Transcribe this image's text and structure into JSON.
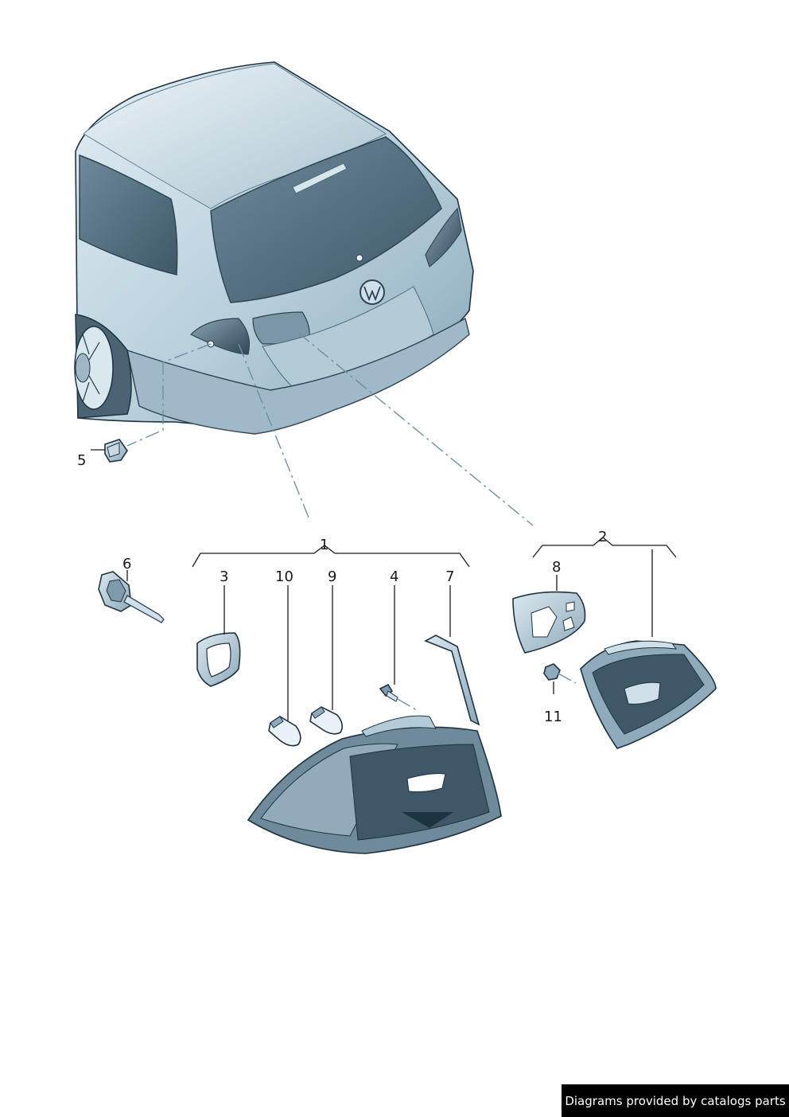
{
  "callouts": {
    "c1": "1",
    "c2": "2",
    "c3": "3",
    "c4": "4",
    "c5": "5",
    "c6": "6",
    "c7": "7",
    "c8": "8",
    "c9": "9",
    "c10": "10",
    "c11": "11"
  },
  "footer": {
    "credit": "Diagrams provided by catalogs parts"
  },
  "colors": {
    "body_light": "#cfe0ea",
    "body_mid": "#a8c3d2",
    "body_dark": "#6f8fa3",
    "glass": "#4f6b7c",
    "outline": "#1e3340",
    "lamp_dark": "#2c4451"
  }
}
